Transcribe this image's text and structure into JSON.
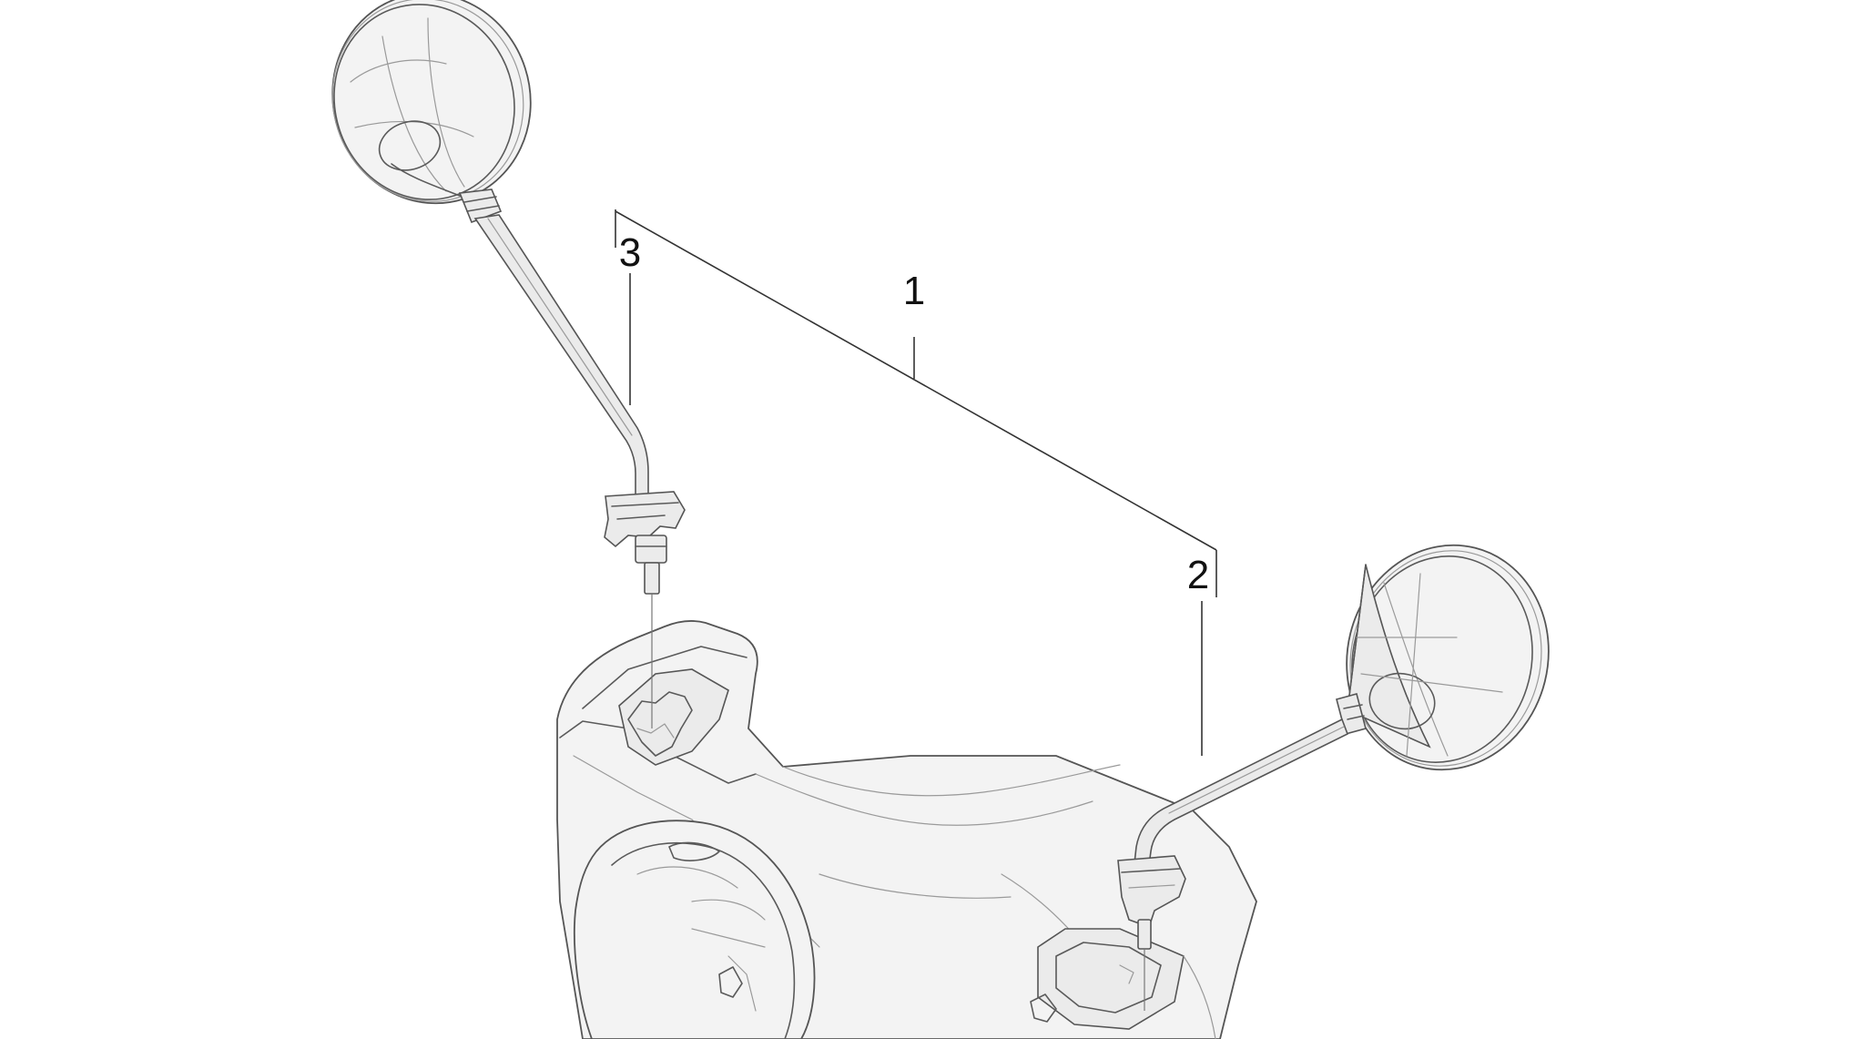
{
  "callouts": [
    {
      "id": "1",
      "label": "1"
    },
    {
      "id": "2",
      "label": "2"
    },
    {
      "id": "3",
      "label": "3"
    }
  ],
  "icons": {
    "left_mirror": "left-mirror-icon",
    "right_mirror": "right-mirror-icon",
    "handlebar_cover": "handlebar-cover-icon"
  }
}
